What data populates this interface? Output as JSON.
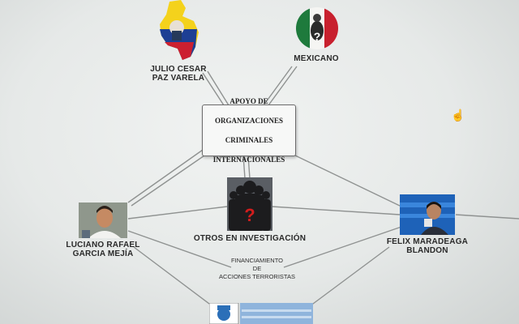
{
  "hub": {
    "label_lines": [
      "APOYO DE",
      "ORGANIZACIONES",
      "CRIMINALES",
      "INTERNACIONALES"
    ]
  },
  "nodes": {
    "julio": {
      "line1": "JULIO CESAR",
      "line2": "PAZ VARELA",
      "icon": "colombia-map-icon"
    },
    "mexicano": {
      "label": "MEXICANO",
      "icon": "mexico-flag-icon"
    },
    "otros": {
      "label": "OTROS EN INVESTIGACIÓN",
      "icon": "unknown-person-icon"
    },
    "luciano": {
      "line1": "LUCIANO RAFAEL",
      "line2": "GARCIA MEJÍA"
    },
    "felix": {
      "line1": "FELIX MARADEAGA",
      "line2": "BLANDON"
    }
  },
  "edge_labels": {
    "financiamiento": [
      "FINANCIAMIENTO",
      "DE",
      "ACCIONES TERRORISTAS"
    ]
  },
  "colors": {
    "link": "#8f9291",
    "background": "#eceeed",
    "text": "#2a2a2a"
  }
}
